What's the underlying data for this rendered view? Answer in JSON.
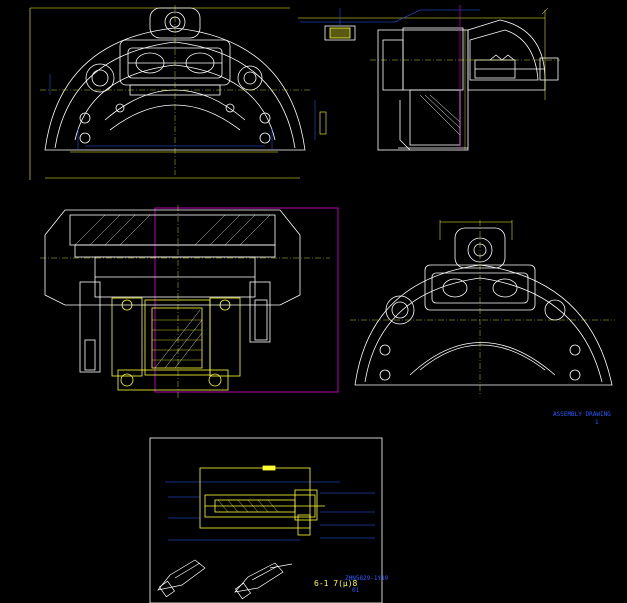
{
  "drawing": {
    "views": [
      {
        "id": "caliper-front-view"
      },
      {
        "id": "caliper-side-section"
      },
      {
        "id": "caliper-top-section"
      },
      {
        "id": "caliper-front-view-small"
      },
      {
        "id": "adjuster-detail"
      }
    ],
    "annotations": {
      "view_label": "ASSEMBLY DRAWING",
      "view_label_sub": "1",
      "detail_spec": "6-1 7(μ)8",
      "detail_ref": "ZHN5829-1Y10",
      "detail_ref_sub": "01"
    },
    "colors": {
      "background": "#000000",
      "outline": "#ffffff",
      "highlight": "#ffff33",
      "dimension": "#2a5cff",
      "frame": "#ff00ff"
    }
  }
}
